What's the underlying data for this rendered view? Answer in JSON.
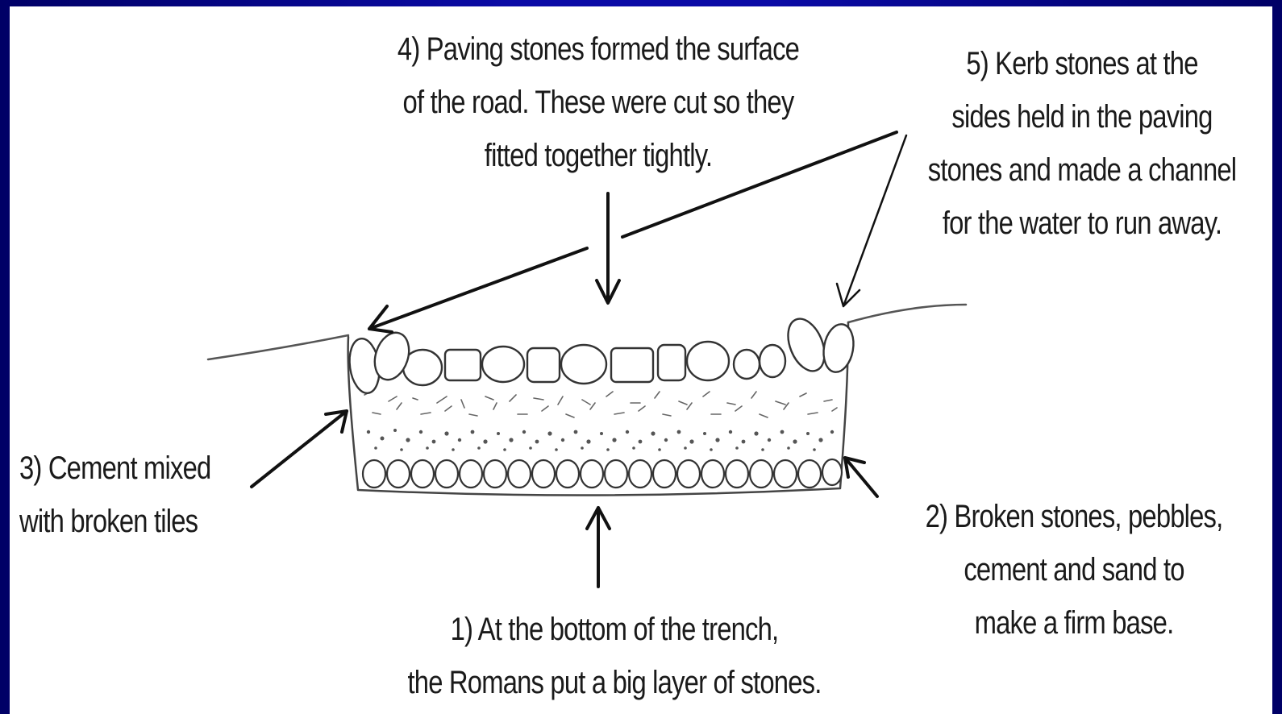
{
  "labels": {
    "paving": {
      "line1": "4) Paving stones formed the surface",
      "line2": "of the road. These were cut so they",
      "line3": "fitted together tightly."
    },
    "kerb": {
      "line1": "5) Kerb stones at the",
      "line2": "sides held in the paving",
      "line3": "stones and made a channel",
      "line4": "for the water to run away."
    },
    "cement": {
      "line1": "3) Cement mixed",
      "line2": "with broken tiles"
    },
    "broken_stones": {
      "line1": "2) Broken stones, pebbles,",
      "line2": "cement and sand to",
      "line3": "make a firm base."
    },
    "bottom_layer": {
      "line1": "1) At the bottom of the trench,",
      "line2": "the Romans put a big layer of stones."
    }
  },
  "colors": {
    "frame": "#0b0ba6",
    "background": "#ffffff",
    "ink": "#1a1a1a"
  }
}
